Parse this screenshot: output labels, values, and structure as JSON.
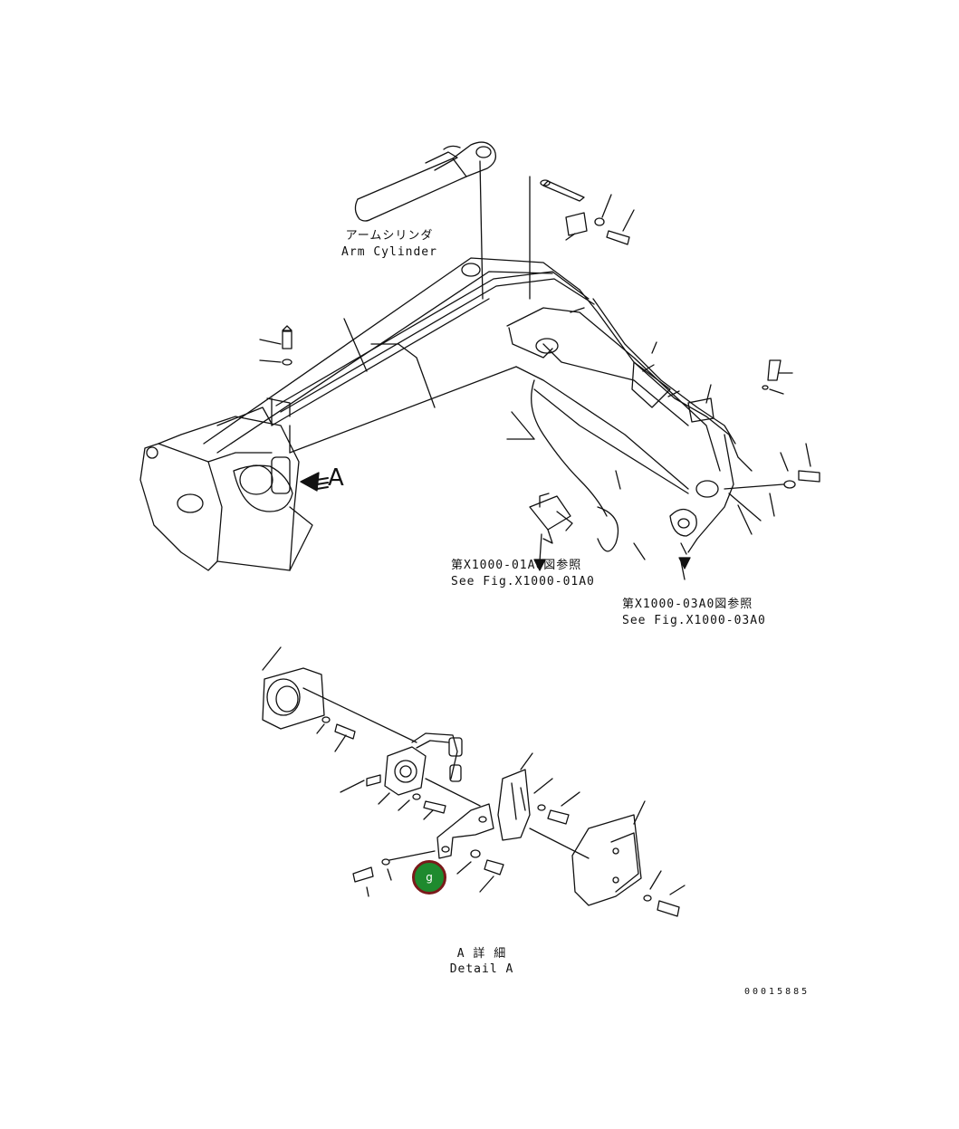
{
  "labels": {
    "arm_cylinder_jp": "アームシリンダ",
    "arm_cylinder_en": "Arm Cylinder",
    "fig_ref_1_jp": "第X1000-01A0図参照",
    "fig_ref_1_en": "See Fig.X1000-01A0",
    "fig_ref_2_jp": "第X1000-03A0図参照",
    "fig_ref_2_en": "See Fig.X1000-03A0",
    "view_arrow_letter": "A",
    "detail_jp": "A 詳 細",
    "detail_en": "Detail A",
    "drawing_number": "00015885"
  },
  "hotspot": {
    "label": "g",
    "fill_color": "#1e8a2e",
    "border_color": "#7a1a1a"
  },
  "colors": {
    "line": "#111111",
    "background": "#ffffff"
  }
}
